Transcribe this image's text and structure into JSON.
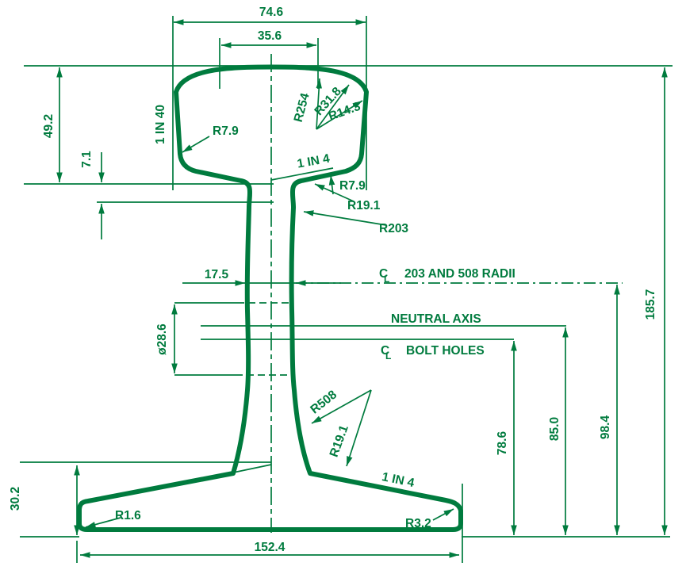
{
  "drawing": {
    "type": "rail-cross-section-engineering-drawing",
    "colors": {
      "line": "#007b3e",
      "background": "#ffffff"
    },
    "labels": {
      "dim_head_width": "74.6",
      "dim_crown_width": "35.6",
      "dim_head_depth": "49.2",
      "dim_7_1": "7.1",
      "slope_head_side": "1 IN 40",
      "r_head_corner_left": "R7.9",
      "r_crown": "R254",
      "r_crown_corner": "R31.8",
      "r_top_corner": "R14.3",
      "slope_head_underside": "1 IN 4",
      "r_underside_web": "R7.9",
      "r_web_fillet_upper": "R19.1",
      "r_web_upper": "R203",
      "dim_web_width": "17.5",
      "cl_symbol_c": "C",
      "cl_symbol_l": "L",
      "cl_radii_text": "203 AND 508 RADII",
      "neutral_axis": "NEUTRAL AXIS",
      "bolt_holes_text": "BOLT HOLES",
      "dim_bolt_hole_dia": "ø28.6",
      "r_web_lower": "R508",
      "r_foot_fillet_lower": "R19.1",
      "slope_foot": "1 IN 4",
      "dim_bolt_hole_height": "78.6",
      "dim_neutral_axis_height": "85.0",
      "dim_web_centre_height": "98.4",
      "dim_overall_height": "185.7",
      "dim_foot_thickness": "30.2",
      "r_foot_toe_left": "R1.6",
      "r_foot_toe_right": "R3.2",
      "dim_foot_width": "152.4"
    }
  }
}
